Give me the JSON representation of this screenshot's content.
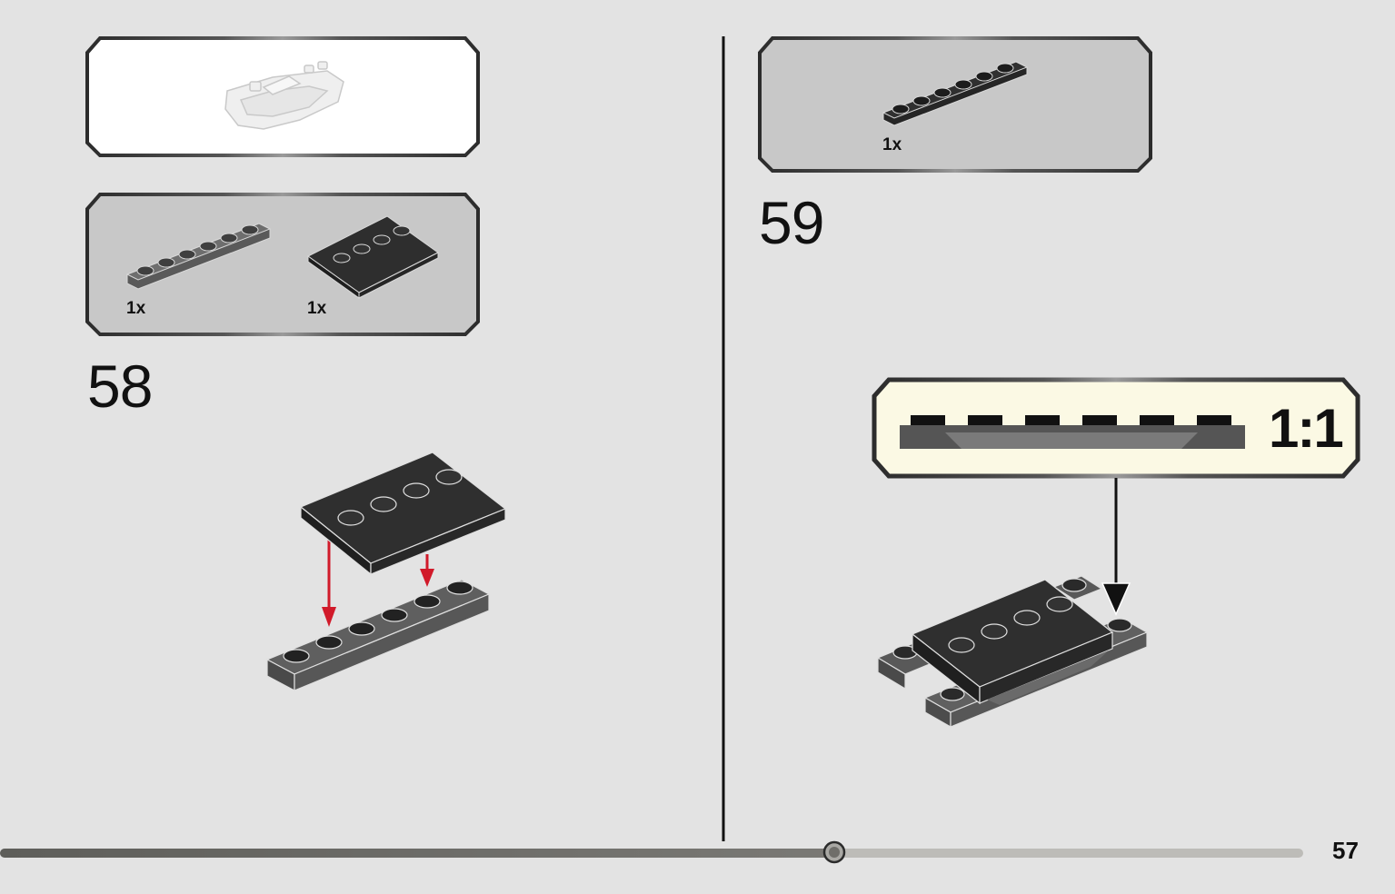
{
  "page": {
    "number": "57",
    "progress_fraction": 0.64
  },
  "steps": [
    {
      "number": "58",
      "callout_parts": [
        {
          "qty": "1x",
          "part": "plate-1x6-dark-grey"
        },
        {
          "qty": "1x",
          "part": "tile-2x4-studs-black"
        }
      ]
    },
    {
      "number": "59",
      "callout_parts": [
        {
          "qty": "1x",
          "part": "plate-1x6-black"
        }
      ],
      "scale_callout": "1:1"
    }
  ],
  "colors": {
    "background": "#e3e3e3",
    "brick_black": "#2a2a2a",
    "brick_dark_grey": "#555555",
    "arrow_red": "#d11a2a",
    "scale_box_bg": "#fbf9e4",
    "progress_dark": "#6a6a66",
    "progress_light": "#bdbcb8"
  }
}
